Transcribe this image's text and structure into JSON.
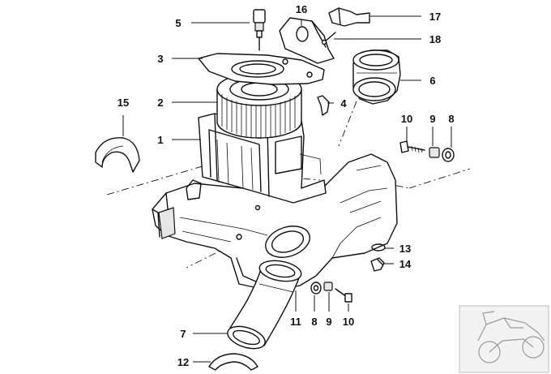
{
  "callouts": [
    {
      "id": "c1",
      "text": "1"
    },
    {
      "id": "c2",
      "text": "2"
    },
    {
      "id": "c3",
      "text": "3"
    },
    {
      "id": "c4",
      "text": "4"
    },
    {
      "id": "c5",
      "text": "5"
    },
    {
      "id": "c6",
      "text": "6"
    },
    {
      "id": "c7",
      "text": "7"
    },
    {
      "id": "c8a",
      "text": "8"
    },
    {
      "id": "c8b",
      "text": "8"
    },
    {
      "id": "c9a",
      "text": "9"
    },
    {
      "id": "c9b",
      "text": "9"
    },
    {
      "id": "c10a",
      "text": "10"
    },
    {
      "id": "c10b",
      "text": "10"
    },
    {
      "id": "c11",
      "text": "11"
    },
    {
      "id": "c12",
      "text": "12"
    },
    {
      "id": "c13",
      "text": "13"
    },
    {
      "id": "c14",
      "text": "14"
    },
    {
      "id": "c15",
      "text": "15"
    },
    {
      "id": "c16",
      "text": "16"
    },
    {
      "id": "c17",
      "text": "17"
    },
    {
      "id": "c18",
      "text": "18"
    }
  ],
  "thumbnail": {
    "icon": "motorcycle-icon"
  }
}
